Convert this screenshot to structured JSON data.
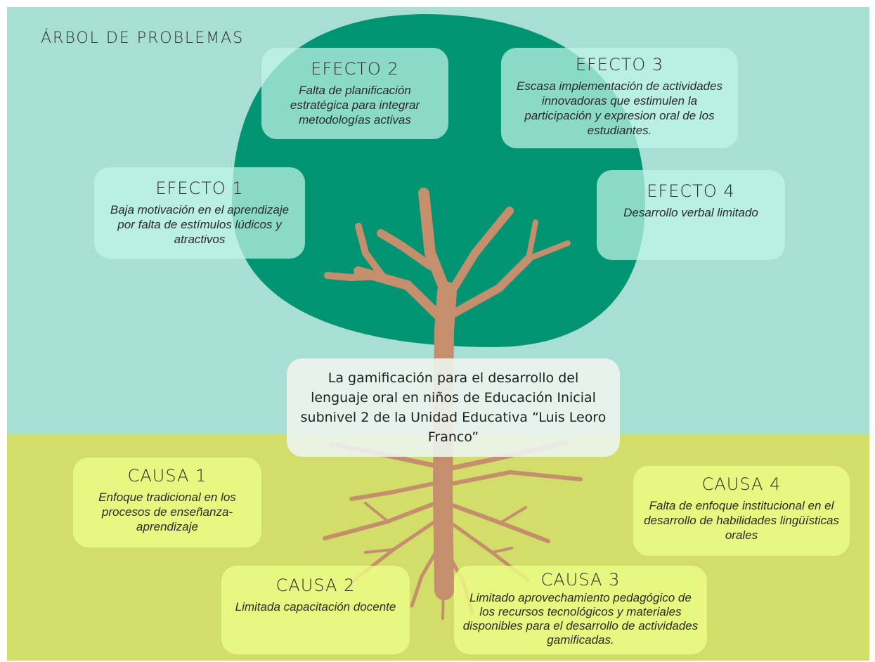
{
  "title": "ÁRBOL DE PROBLEMAS",
  "colors": {
    "sky": "#a8dfd5",
    "ground": "#d2dd6a",
    "canopy": "#009472",
    "trunk": "#c58e6c",
    "effect_card": "#c0f5e9",
    "cause_card": "#ecfc84",
    "central_card": "#ecf4ee"
  },
  "central_problem": "La gamificación para el desarrollo del lenguaje oral en niños de Educación Inicial subnivel 2 de la Unidad Educativa “Luis Leoro Franco”",
  "effects": [
    {
      "label": "EFECTO 1",
      "text": "Baja motivación en el aprendizaje por falta de estímulos lúdicos y atractivos"
    },
    {
      "label": "EFECTO 2",
      "text": "Falta de planificación estratégica para integrar metodologías activas"
    },
    {
      "label": "EFECTO 3",
      "text": "Escasa implementación de actividades innovadoras que estimulen la participación y expresion oral de los estudiantes."
    },
    {
      "label": "EFECTO 4",
      "text": "Desarrollo verbal limitado"
    }
  ],
  "causes": [
    {
      "label": "CAUSA 1",
      "text": "Enfoque tradicional en los procesos de enseñanza-aprendizaje"
    },
    {
      "label": "CAUSA 2",
      "text": "Limitada capacitación docente"
    },
    {
      "label": "CAUSA 3",
      "text": "Limitado aprovechamiento pedagógico de los recursos tecnológicos y materiales disponibles para el desarrollo de actividades gamificadas."
    },
    {
      "label": "CAUSA 4",
      "text": "Falta de enfoque institucional en el desarrollo de habilidades lingüísticas orales"
    }
  ]
}
